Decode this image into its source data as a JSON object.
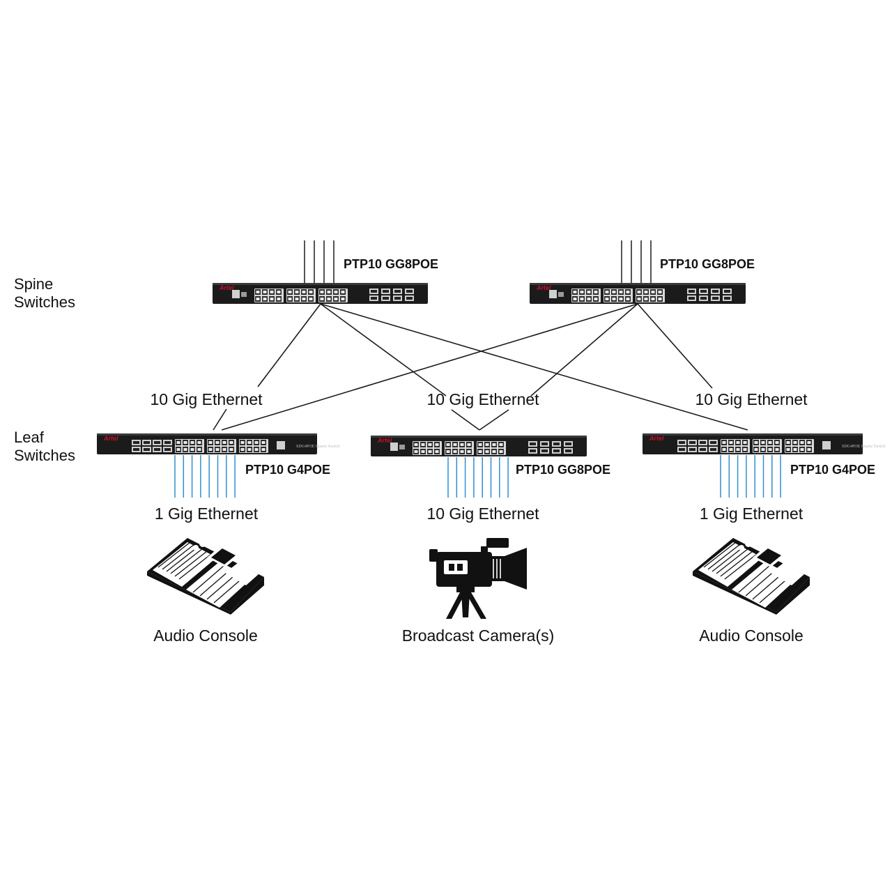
{
  "tiers": {
    "spine_line1": "Spine",
    "spine_line2": "Switches",
    "leaf_line1": "Leaf",
    "leaf_line2": "Switches"
  },
  "spine_switches": [
    {
      "model": "PTP10 GG8POE"
    },
    {
      "model": "PTP10 GG8POE"
    }
  ],
  "leaf_switches": [
    {
      "model": "PTP10 G4POE",
      "brand": "Artel",
      "panel_text": "SDG4POE Quartz Switch",
      "uplink_label": "10 Gig Ethernet",
      "downlink_label": "1 Gig Ethernet",
      "device": "Audio Console"
    },
    {
      "model": "PTP10 GG8POE",
      "brand": "Artel",
      "panel_text": "",
      "uplink_label": "10 Gig Ethernet",
      "downlink_label": "10 Gig Ethernet",
      "device": "Broadcast Camera(s)"
    },
    {
      "model": "PTP10 G4POE",
      "brand": "Artel",
      "panel_text": "SDG4POE Quartz Switch",
      "uplink_label": "10 Gig Ethernet",
      "downlink_label": "1 Gig Ethernet",
      "device": "Audio Console"
    }
  ],
  "spine_brand": "Artel",
  "colors": {
    "line": "#1a1a1a",
    "downlink": "#2f8ecf",
    "chassis": "#1b1b1b",
    "brand": "#c8102e"
  }
}
